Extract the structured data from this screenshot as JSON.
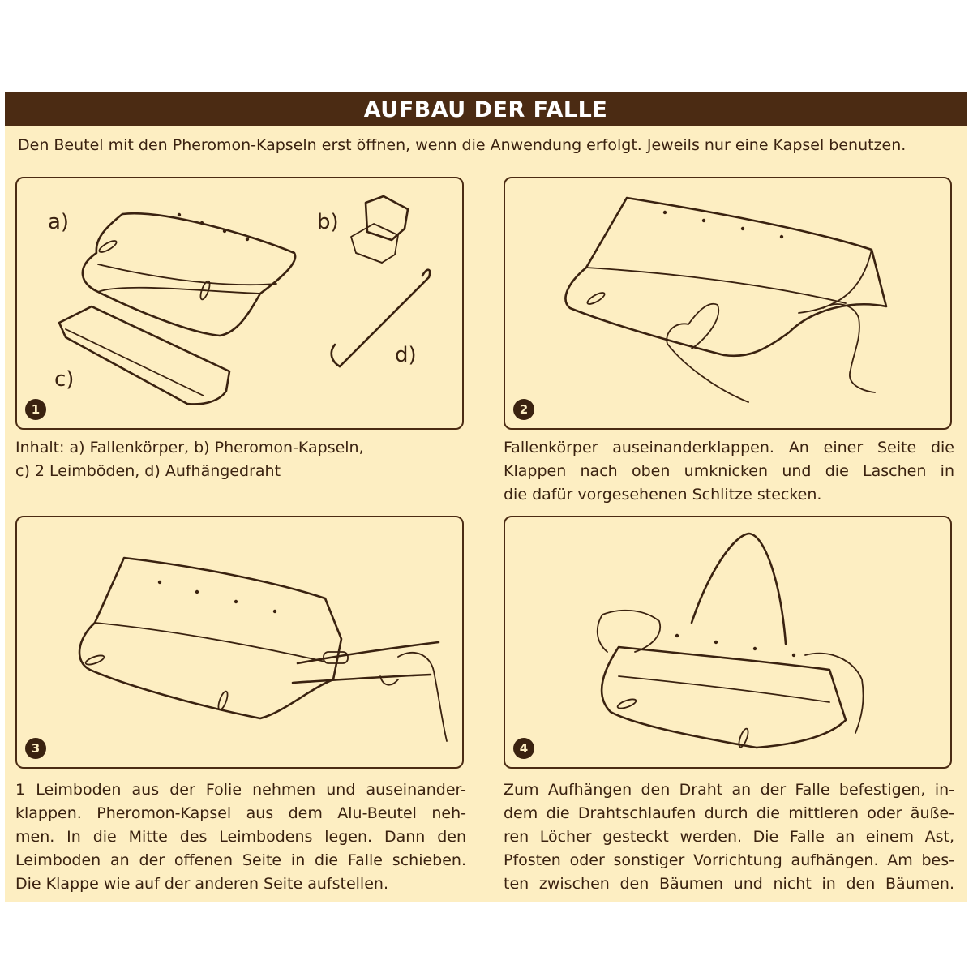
{
  "title": "AUFBAU DER FALLE",
  "intro": "Den Beutel mit den Pheromon-Kapseln erst öffnen, wenn die Anwendung erfolgt. Jeweils nur eine Kapsel benutzen.",
  "panel1": {
    "step": "1",
    "labels": {
      "a": "a)",
      "b": "b)",
      "c": "c)",
      "d": "d)"
    },
    "caption": [
      "Inhalt: a) Fallenkörper, b) Pheromon-Kapseln,",
      "c) 2 Leimböden, d) Aufhängedraht"
    ]
  },
  "panel2": {
    "step": "2",
    "caption": [
      "Fallenkörper auseinanderklappen. An einer Seite die",
      "Klappen nach oben umknicken und die Laschen in",
      "die dafür vorgesehenen Schlitze stecken."
    ]
  },
  "panel3": {
    "step": "3",
    "caption": [
      "1 Leimboden aus der Folie nehmen und auseinander-",
      "klappen. Pheromon-Kapsel aus dem Alu-Beutel neh-",
      "men. In die Mitte des Leimbodens legen. Dann den",
      "Leimboden an der offenen Seite in die Falle schieben.",
      "Die Klappe wie auf der anderen Seite aufstellen."
    ]
  },
  "panel4": {
    "step": "4",
    "caption": [
      "Zum Aufhängen den Draht an der Falle befestigen, in-",
      "dem die Drahtschlaufen durch die mittleren oder äuße-",
      "ren Löcher gesteckt werden. Die Falle an einem Ast,",
      "Pfosten oder sonstiger Vorrichtung aufhängen. Am bes-",
      "ten zwischen den Bäumen und nicht in den Bäumen."
    ]
  },
  "colors": {
    "background": "#fdeec2",
    "title_bar": "#4b2b13",
    "ink": "#3a2210"
  }
}
